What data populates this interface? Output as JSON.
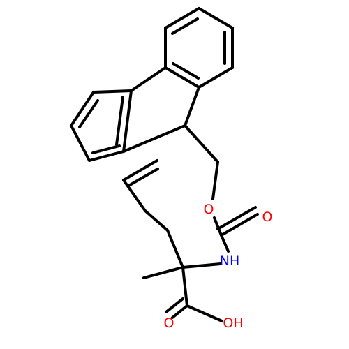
{
  "molecule": {
    "atom_labels": {
      "ester_oxygen": "O",
      "carbonyl_oxygen": "O",
      "amine": "NH",
      "acid_carbonyl_oxygen": "O",
      "hydroxyl": "OH"
    },
    "colors": {
      "bond": "#000000",
      "oxygen": "#ff0000",
      "nitrogen": "#0000ff",
      "background": "#ffffff"
    }
  }
}
